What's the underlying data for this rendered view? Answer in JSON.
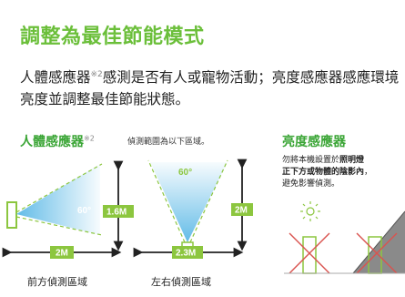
{
  "header": {
    "title": "調整為最佳節能模式",
    "intro_part1": "人體感應器",
    "intro_sup": "※2",
    "intro_part2": "感測是否有人或寵物活動；亮度感應器感應環境亮度並調整最佳節能狀態。"
  },
  "motion_section": {
    "title": "人體感應器",
    "title_sup": "※2",
    "note": "偵測範圍為以下區域。",
    "front": {
      "angle": "60°",
      "height": "1.6M",
      "distance": "2M",
      "caption": "前方偵測區域"
    },
    "side": {
      "angle": "60°",
      "height": "2M",
      "distance": "2.3M",
      "caption": "左右偵測區域"
    }
  },
  "light_section": {
    "title": "亮度感應器",
    "line1_a": "勿將本機設置於",
    "line1_b": "照明燈",
    "line2": "正下方或物體的陰影內",
    "line2_tail": "，",
    "line3": "避免影響偵測。"
  },
  "colors": {
    "brand_green": "#6bbf3a",
    "section_green": "#3aa535",
    "cone_blue": "#5ab8e6",
    "dimension_green": "#8cc63f",
    "warning_red": "#d9534f"
  },
  "icons": [
    "sun-icon",
    "cross-icon",
    "shadow-icon",
    "arrow-icon"
  ]
}
